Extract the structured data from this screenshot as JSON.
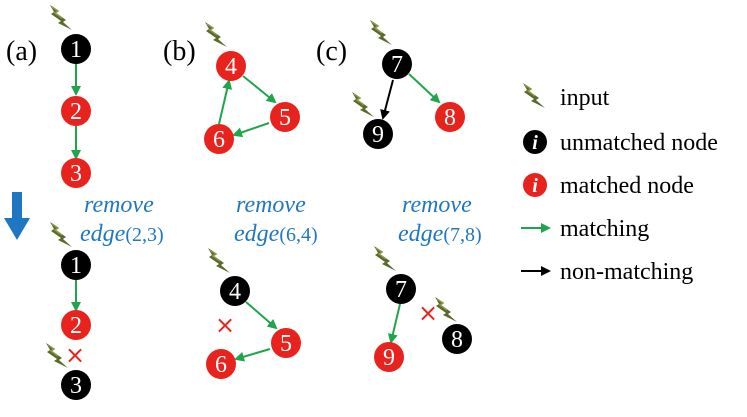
{
  "colors": {
    "matched": "#e8231e",
    "unmatched": "#000000",
    "matching_edge": "#1fa64a",
    "non_matching_edge": "#000000",
    "caption": "#1f77c4",
    "input_marker": "#5a6a2a",
    "cross": "#e8231e",
    "down_arrow": "#1f77c4"
  },
  "panels": {
    "a": {
      "label": "(a)"
    },
    "b": {
      "label": "(b)"
    },
    "c": {
      "label": "(c)"
    }
  },
  "nodes": {
    "a1": {
      "label": "1",
      "state": "unmatched"
    },
    "a2": {
      "label": "2",
      "state": "matched"
    },
    "a3": {
      "label": "3",
      "state": "matched"
    },
    "b4": {
      "label": "4",
      "state": "matched"
    },
    "b5": {
      "label": "5",
      "state": "matched"
    },
    "b6": {
      "label": "6",
      "state": "matched"
    },
    "c7": {
      "label": "7",
      "state": "unmatched"
    },
    "c9": {
      "label": "9",
      "state": "unmatched"
    },
    "c8": {
      "label": "8",
      "state": "matched"
    },
    "a1b": {
      "label": "1",
      "state": "unmatched"
    },
    "a2b": {
      "label": "2",
      "state": "matched"
    },
    "a3b": {
      "label": "3",
      "state": "unmatched"
    },
    "b4b": {
      "label": "4",
      "state": "unmatched"
    },
    "b5b": {
      "label": "5",
      "state": "matched"
    },
    "b6b": {
      "label": "6",
      "state": "matched"
    },
    "c7b": {
      "label": "7",
      "state": "unmatched"
    },
    "c9b": {
      "label": "9",
      "state": "matched"
    },
    "c8b": {
      "label": "8",
      "state": "unmatched"
    }
  },
  "captions": {
    "a": {
      "word1": "remove",
      "word2": "edge",
      "nums": "(2,3)"
    },
    "b": {
      "word1": "remove",
      "word2": "edge",
      "nums": "(6,4)"
    },
    "c": {
      "word1": "remove",
      "word2": "edge",
      "nums": "(7,8)"
    }
  },
  "cross_mark": "×",
  "legend": {
    "input": {
      "label": "input",
      "icon": "input-marker-icon"
    },
    "unmatched": {
      "label": "unmatched node",
      "glyph": "i"
    },
    "matched": {
      "label": "matched node",
      "glyph": "i"
    },
    "matching": {
      "label": "matching"
    },
    "non_matching": {
      "label": "non-matching"
    }
  }
}
